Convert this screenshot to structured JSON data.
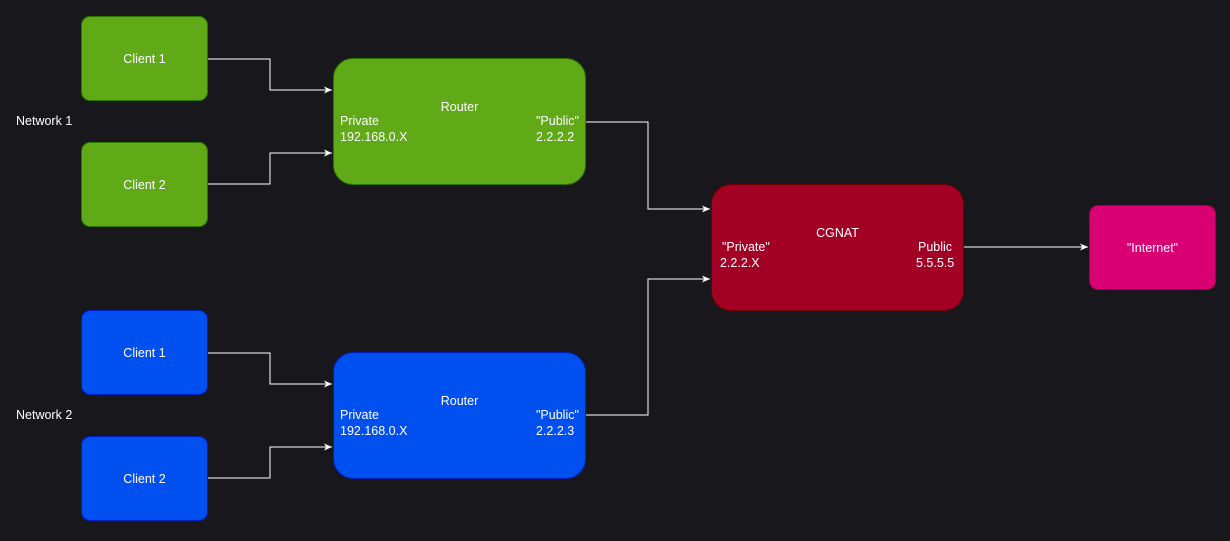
{
  "networks": [
    {
      "label": "Network 1",
      "clients": [
        {
          "label": "Client 1"
        },
        {
          "label": "Client 2"
        }
      ],
      "router": {
        "title": "Router",
        "private_label": "Private",
        "private_addr": "192.168.0.X",
        "public_label": "\"Public\"",
        "public_addr": "2.2.2.2"
      }
    },
    {
      "label": "Network 2",
      "clients": [
        {
          "label": "Client 1"
        },
        {
          "label": "Client 2"
        }
      ],
      "router": {
        "title": "Router",
        "private_label": "Private",
        "private_addr": "192.168.0.X",
        "public_label": "\"Public\"",
        "public_addr": "2.2.2.3"
      }
    }
  ],
  "cgnat": {
    "title": "CGNAT",
    "private_label": "\"Private\"",
    "private_addr": "2.2.2.X",
    "public_label": "Public",
    "public_addr": "5.5.5.5"
  },
  "internet": {
    "label": "\"Internet\""
  },
  "colors": {
    "background": "#18171c",
    "network_1_fill": "#60a917",
    "network_2_fill": "#0050ef",
    "cgnat_fill": "#a20025",
    "internet_fill": "#d80073",
    "connector": "#ffffff"
  }
}
